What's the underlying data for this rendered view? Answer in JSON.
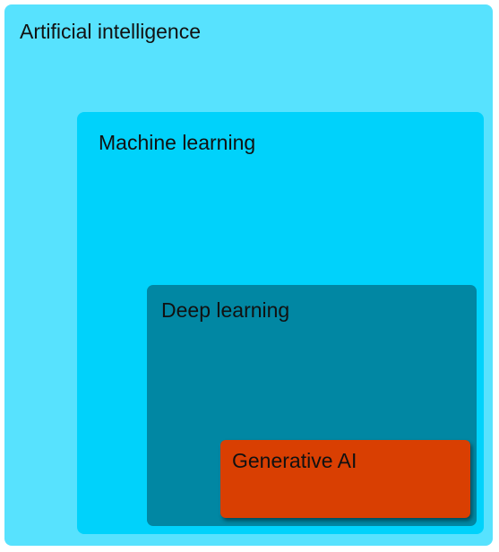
{
  "diagram": {
    "levels": [
      {
        "id": "ai",
        "label": "Artificial intelligence",
        "color": "#57e2fe"
      },
      {
        "id": "ml",
        "label": "Machine learning",
        "color": "#00d2fb"
      },
      {
        "id": "dl",
        "label": "Deep learning",
        "color": "#0187a3"
      },
      {
        "id": "gen",
        "label": "Generative AI",
        "color": "#d93f02"
      }
    ]
  }
}
